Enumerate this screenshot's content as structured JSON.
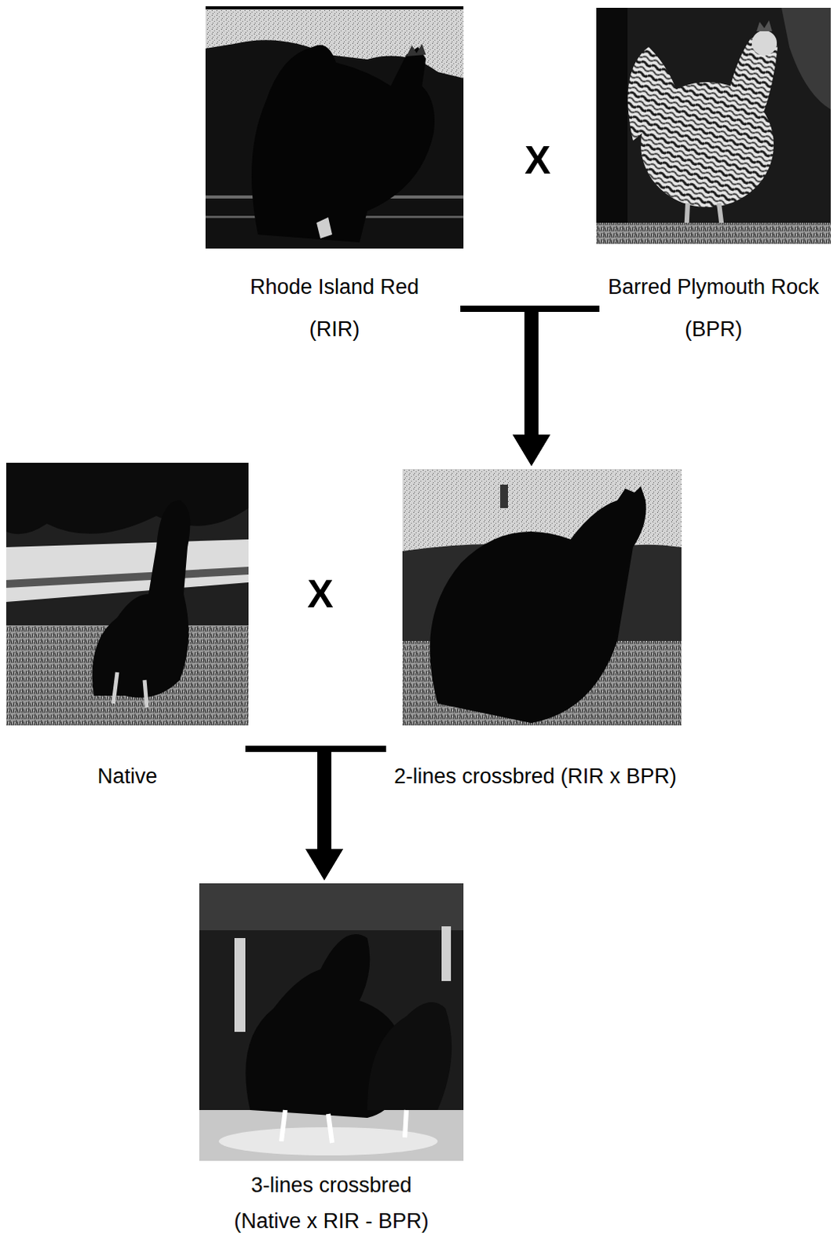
{
  "diagram": {
    "nodes": [
      {
        "text": [
          "Rhode Island Red (RIR)"
        ]
      },
      {
        "text": [
          "Barred Plymouth Rock (BPR)"
        ]
      },
      {
        "text": [
          "Native"
        ]
      },
      {
        "text": [
          "2-lines crossbred (RIR x BPR)"
        ]
      },
      {
        "text": [
          "3-lines crossbred (Native x RIR - BPR)"
        ]
      }
    ],
    "edges": [
      {
        "from": 0,
        "to": 3,
        "arrow": "to"
      },
      {
        "from": 1,
        "to": 3,
        "arrow": "to"
      },
      {
        "from": 2,
        "to": 4,
        "arrow": "to"
      },
      {
        "from": 3,
        "to": 4,
        "arrow": "to"
      }
    ],
    "labels": [
      "X",
      "X"
    ]
  }
}
